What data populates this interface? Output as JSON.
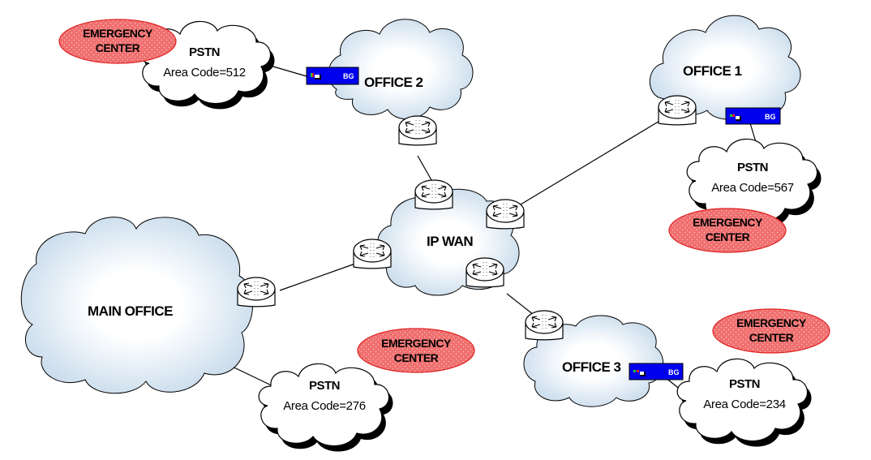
{
  "diagram": {
    "title": "",
    "colors": {
      "office_cloud_fill": "#cfdfee",
      "office_cloud_core": "#ffffff",
      "pstn_cloud_fill": "#ffffff",
      "emergency_fill": "#f07070",
      "emergency_stroke": "#e02020",
      "gateway_fill": "#0000ee",
      "line": "#000000"
    },
    "wan": {
      "label": "IP WAN"
    },
    "offices": [
      {
        "id": "main",
        "label": "MAIN OFFICE"
      },
      {
        "id": "office1",
        "label": "OFFICE 1"
      },
      {
        "id": "office2",
        "label": "OFFICE 2"
      },
      {
        "id": "office3",
        "label": "OFFICE 3"
      }
    ],
    "pstn": [
      {
        "id": "pstn512",
        "title": "PSTN",
        "area": "Area Code=512"
      },
      {
        "id": "pstn567",
        "title": "PSTN",
        "area": "Area Code=567"
      },
      {
        "id": "pstn276",
        "title": "PSTN",
        "area": "Area Code=276"
      },
      {
        "id": "pstn234",
        "title": "PSTN",
        "area": "Area Code=234"
      }
    ],
    "emergency": [
      {
        "line1": "EMERGENCY",
        "line2": "CENTER"
      },
      {
        "line1": "EMERGENCY",
        "line2": "CENTER"
      },
      {
        "line1": "EMERGENCY",
        "line2": "CENTER"
      },
      {
        "line1": "EMERGENCY",
        "line2": "CENTER"
      }
    ],
    "gateways": [
      {
        "label": "BG",
        "icon": "gateway-icon"
      },
      {
        "label": "BG",
        "icon": "gateway-icon"
      },
      {
        "label": "BG",
        "icon": "gateway-icon"
      }
    ],
    "routers": [
      {
        "icon": "router-icon",
        "name": "office2-router"
      },
      {
        "icon": "router-icon",
        "name": "office1-router"
      },
      {
        "icon": "router-icon",
        "name": "wan-router-top"
      },
      {
        "icon": "router-icon",
        "name": "wan-router-right"
      },
      {
        "icon": "router-icon",
        "name": "wan-router-left"
      },
      {
        "icon": "router-icon",
        "name": "wan-router-bottom"
      },
      {
        "icon": "router-icon",
        "name": "main-office-router"
      },
      {
        "icon": "router-icon",
        "name": "office3-router"
      }
    ]
  }
}
